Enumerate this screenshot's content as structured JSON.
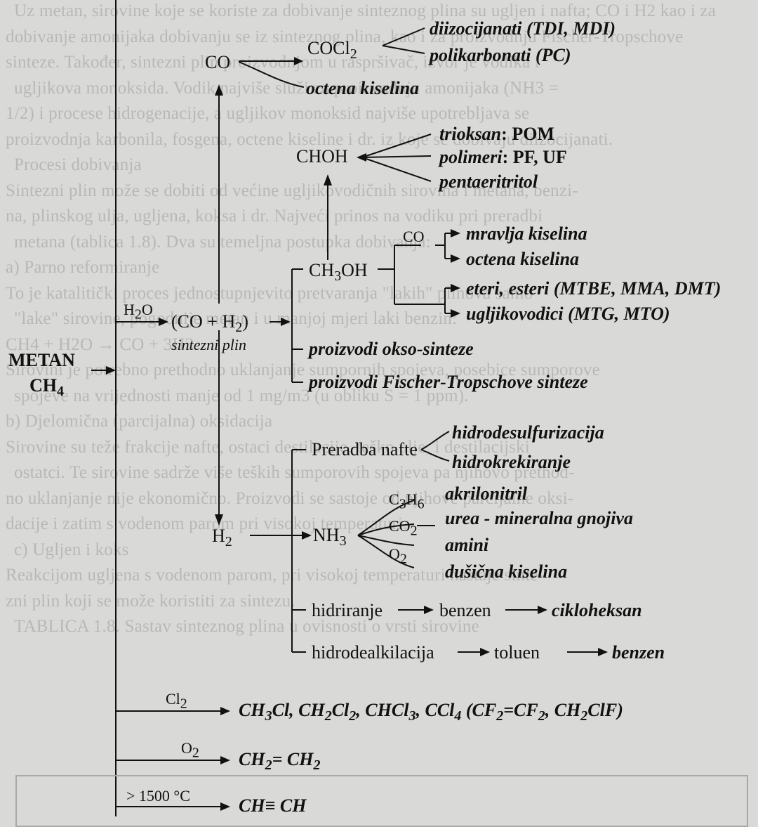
{
  "background_lines": [
    "Uz metan, sirovine koje se koriste za dobivanje sinteznog plina su ugljen i nafta; CO i H2 kao i za",
    "dobivanje amonijaka dobivanju se iz sinteznog plina, kao i za proizvodnju Fischer-Tropschove",
    "sinteze. Također, sintezni plin proizvodnjom u raspršivač, izvor je vodika i",
    "ugljikova monoksida. Vodik najviše služi za proizvodnju amonijaka (NH3 =",
    "1/2) i procese hidrogenacije, a ugljikov monoksid najviše upotrebljava se",
    "proizvodnja karbonila, fosgena, octene kiseline i dr. iz koje se dobivaju diizocijanati.",
    "Procesi dobivanja",
    "Sintezni plin može se dobiti od većine ugljikovodičnih sirovina i metana, benzi-",
    "na, plinskog ulja, ugljena, koksa i dr. Najveći prinos na vodiku pri preradbi",
    "metana (tablica 1.8). Dva su temeljna postupka dobivanja:",
    "a) Parno reformiranje",
    "To je katalitički proces jednostupnjevito pretvaranja \"lakih\" plinova samo",
    "\"lake\" sirovine, pogodnije metan i u manjoj mjeri laki benzin:",
    "CH4 + H2O → CO + 3H2",
    "Sirovini je potrebno prethodno uklanjanje sumpornih spojeva, posebice sumporove",
    "spojeve na vrijednosti manje od 1 mg/m3 (u obliku S = 1 ppm).",
    "b) Djelomična (parcijalna) oksidacija",
    "Sirovine su teže frakcije nafte, ostaci destilacije, teško ulje, i destilacijski",
    "ostatci. Te sirovine sadrže više teških sumporovih spojeva pa njihovo prethod-",
    "no uklanjanje nije ekonomično. Proizvodi se sastoje od njihove parcijalne oksi-",
    "dacije i zatim s vodenom parom pri visokoj temperaturi.",
    "c) Ugljen i koks",
    "Reakcijom ugljena s vodenom parom, pri visokoj temperaturi nastaje sinte-",
    "zni plin koji se može koristiti za sintezu.",
    "TABLICA 1.8. Sastav sinteznog plina u ovisnosti o vrsti sirovine"
  ],
  "diagram": {
    "source": {
      "name": "METAN",
      "formula": "CH",
      "formula_sub": "4"
    },
    "co": {
      "label": "CO",
      "phosgene": {
        "base": "COCl",
        "sub": "2"
      },
      "products": [
        "diizocijanati (TDI, MDI)",
        "polikarbonati (PC)",
        "octena kiselina"
      ]
    },
    "formaldehyde": {
      "label": "CHOH",
      "products": [
        {
          "prefix": "trioksan",
          "rest": ": POM"
        },
        {
          "prefix": "polimeri",
          "rest": ": PF, UF"
        },
        {
          "prefix": "pentaeritritol",
          "rest": ""
        }
      ]
    },
    "methanol": {
      "label_a": "CH",
      "label_sub": "3",
      "label_b": "OH",
      "co_reagent": "CO",
      "products": [
        "mravlja kiselina",
        "octena kiselina",
        "eteri, esteri (MTBE, MMA, DMT)",
        "ugljikovodici (MTG, MTO)"
      ]
    },
    "syngas": {
      "reagent_a": "H",
      "reagent_sub": "2",
      "reagent_b": "O",
      "formula_a": "(CO + H",
      "formula_sub": "2",
      "formula_b": ")",
      "caption": "sintezni plin",
      "products": [
        "proizvodi okso-sinteze",
        "proizvodi Fischer-Tropschove sinteze"
      ]
    },
    "hydrogen": {
      "label": "H",
      "sub": "2",
      "refining": {
        "label": "Preradba nafte",
        "products": [
          "hidrodesulfurizacija",
          "hidrokrekiranje"
        ]
      },
      "ammonia": {
        "label": "NH",
        "sub": "3",
        "reagents": [
          {
            "base": "C",
            "sub1": "3",
            "mid": "H",
            "sub2": "6"
          },
          {
            "base": "CO",
            "sub1": "2"
          },
          {
            "base": "O",
            "sub1": "2"
          }
        ],
        "products": [
          "akrilonitril",
          "urea - mineralna gnojiva",
          "amini",
          "dušična kiselina"
        ]
      },
      "hydrogenation": {
        "label": "hidriranje",
        "intermediate": "benzen",
        "product": "cikloheksan"
      },
      "hydrodealkylation": {
        "label": "hidrodealkilacija",
        "intermediate": "toluen",
        "product": "benzen"
      }
    },
    "chlorination": {
      "reagent": "Cl",
      "reagent_sub": "2",
      "product_parts": [
        "CH",
        "3",
        "Cl, CH",
        "2",
        "Cl",
        "2",
        ", CHCl",
        "3",
        ", CCl",
        "4",
        " (CF",
        "2",
        "=CF",
        "2",
        ", CH",
        "2",
        "ClF)"
      ]
    },
    "oxidation": {
      "reagent": "O",
      "reagent_sub": "2",
      "product_a": "CH",
      "product_sub_a": "2",
      "product_mid": "= CH",
      "product_sub_b": "2"
    },
    "pyrolysis": {
      "condition": "> 1500 °C",
      "product": "CH≡ CH"
    }
  }
}
